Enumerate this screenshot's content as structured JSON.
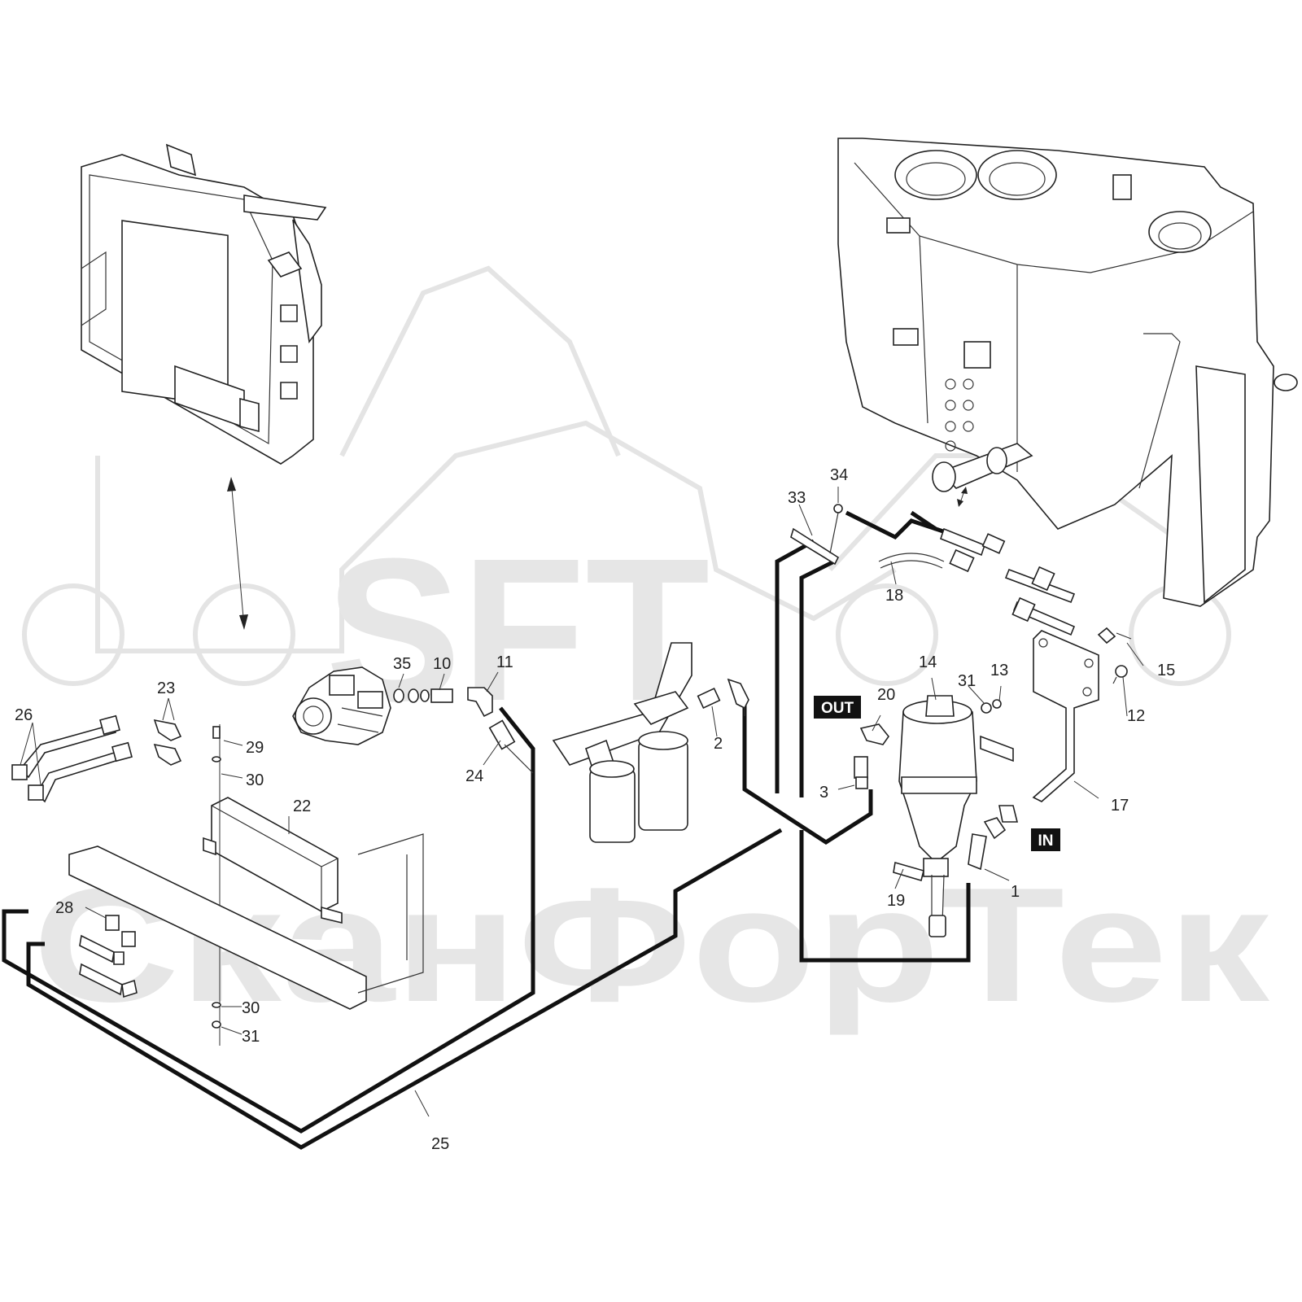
{
  "watermark": {
    "top": "SFT",
    "bottom": "СканФорТек"
  },
  "tags": {
    "out": "OUT",
    "in": "IN"
  },
  "callouts": [
    {
      "id": "c1",
      "label": "1"
    },
    {
      "id": "c2",
      "label": "2"
    },
    {
      "id": "c3",
      "label": "3"
    },
    {
      "id": "c10",
      "label": "10"
    },
    {
      "id": "c11",
      "label": "11"
    },
    {
      "id": "c12",
      "label": "12"
    },
    {
      "id": "c13",
      "label": "13"
    },
    {
      "id": "c14",
      "label": "14"
    },
    {
      "id": "c15",
      "label": "15"
    },
    {
      "id": "c17",
      "label": "17"
    },
    {
      "id": "c18",
      "label": "18"
    },
    {
      "id": "c19",
      "label": "19"
    },
    {
      "id": "c20",
      "label": "20"
    },
    {
      "id": "c22",
      "label": "22"
    },
    {
      "id": "c23",
      "label": "23"
    },
    {
      "id": "c24",
      "label": "24"
    },
    {
      "id": "c25",
      "label": "25"
    },
    {
      "id": "c26",
      "label": "26"
    },
    {
      "id": "c28",
      "label": "28"
    },
    {
      "id": "c29",
      "label": "29"
    },
    {
      "id": "c30a",
      "label": "30"
    },
    {
      "id": "c30b",
      "label": "30"
    },
    {
      "id": "c31a",
      "label": "31"
    },
    {
      "id": "c31b",
      "label": "31"
    },
    {
      "id": "c33",
      "label": "33"
    },
    {
      "id": "c34",
      "label": "34"
    },
    {
      "id": "c35",
      "label": "35"
    }
  ]
}
